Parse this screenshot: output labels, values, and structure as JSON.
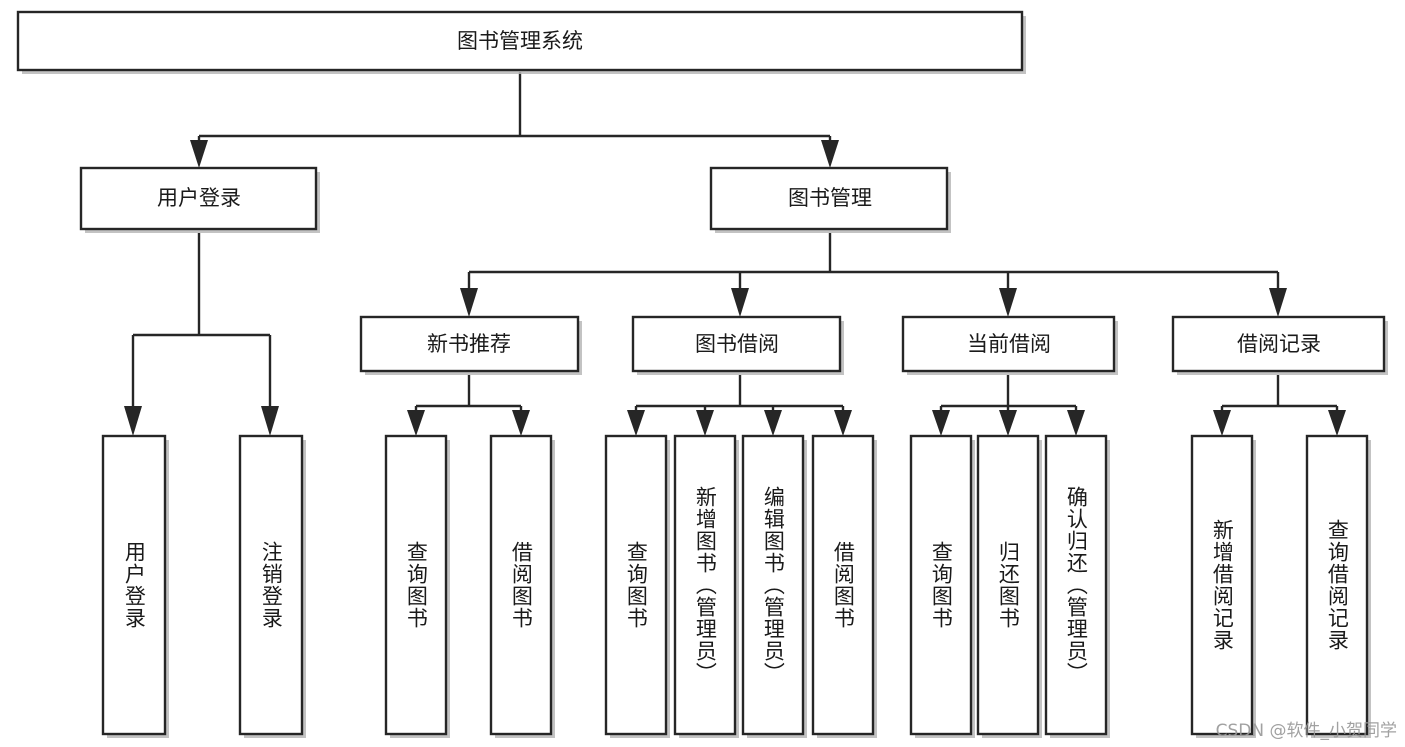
{
  "diagram": {
    "type": "tree-hierarchy",
    "title": "图书管理系统",
    "orientation": "top-down",
    "watermark": "CSDN @软件_小贺同学",
    "colors": {
      "box_fill": "#ffffff",
      "box_stroke": "#262626",
      "shadow": "#b8b8b8",
      "text": "#1a1a1a",
      "watermark": "#9a9a9a"
    },
    "nodes": {
      "root": {
        "label": "图书管理系统",
        "level": 1,
        "orientation": "horizontal"
      },
      "login": {
        "label": "用户登录",
        "level": 2,
        "orientation": "horizontal"
      },
      "book_manage": {
        "label": "图书管理",
        "level": 2,
        "orientation": "horizontal"
      },
      "new_book_rec": {
        "label": "新书推荐",
        "level": 3,
        "orientation": "horizontal"
      },
      "book_borrow": {
        "label": "图书借阅",
        "level": 3,
        "orientation": "horizontal"
      },
      "current_borrow": {
        "label": "当前借阅",
        "level": 3,
        "orientation": "horizontal"
      },
      "borrow_record": {
        "label": "借阅记录",
        "level": 3,
        "orientation": "horizontal"
      },
      "leaf_user_login": {
        "label": "用户登录",
        "level": 4,
        "orientation": "vertical"
      },
      "leaf_logout": {
        "label": "注销登录",
        "level": 4,
        "orientation": "vertical"
      },
      "leaf_rec_query": {
        "label": "查询图书",
        "level": 4,
        "orientation": "vertical"
      },
      "leaf_rec_borrow": {
        "label": "借阅图书",
        "level": 4,
        "orientation": "vertical"
      },
      "leaf_bb_query": {
        "label": "查询图书",
        "level": 4,
        "orientation": "vertical"
      },
      "leaf_bb_add": {
        "label": "新增图书（管理员）",
        "level": 4,
        "orientation": "vertical"
      },
      "leaf_bb_edit": {
        "label": "编辑图书（管理员）",
        "level": 4,
        "orientation": "vertical"
      },
      "leaf_bb_borrow": {
        "label": "借阅图书",
        "level": 4,
        "orientation": "vertical"
      },
      "leaf_cb_query": {
        "label": "查询图书",
        "level": 4,
        "orientation": "vertical"
      },
      "leaf_cb_return": {
        "label": "归还图书",
        "level": 4,
        "orientation": "vertical"
      },
      "leaf_cb_confirm": {
        "label": "确认归还（管理员）",
        "level": 4,
        "orientation": "vertical"
      },
      "leaf_br_add": {
        "label": "新增借阅记录",
        "level": 4,
        "orientation": "vertical"
      },
      "leaf_br_query": {
        "label": "查询借阅记录",
        "level": 4,
        "orientation": "vertical"
      }
    },
    "edges": [
      {
        "from": "root",
        "to": "login"
      },
      {
        "from": "root",
        "to": "book_manage"
      },
      {
        "from": "login",
        "to": "leaf_user_login"
      },
      {
        "from": "login",
        "to": "leaf_logout"
      },
      {
        "from": "book_manage",
        "to": "new_book_rec"
      },
      {
        "from": "book_manage",
        "to": "book_borrow"
      },
      {
        "from": "book_manage",
        "to": "current_borrow"
      },
      {
        "from": "book_manage",
        "to": "borrow_record"
      },
      {
        "from": "new_book_rec",
        "to": "leaf_rec_query"
      },
      {
        "from": "new_book_rec",
        "to": "leaf_rec_borrow"
      },
      {
        "from": "book_borrow",
        "to": "leaf_bb_query"
      },
      {
        "from": "book_borrow",
        "to": "leaf_bb_add"
      },
      {
        "from": "book_borrow",
        "to": "leaf_bb_edit"
      },
      {
        "from": "book_borrow",
        "to": "leaf_bb_borrow"
      },
      {
        "from": "current_borrow",
        "to": "leaf_cb_query"
      },
      {
        "from": "current_borrow",
        "to": "leaf_cb_return"
      },
      {
        "from": "current_borrow",
        "to": "leaf_cb_confirm"
      },
      {
        "from": "borrow_record",
        "to": "leaf_br_add"
      },
      {
        "from": "borrow_record",
        "to": "leaf_br_query"
      }
    ]
  }
}
